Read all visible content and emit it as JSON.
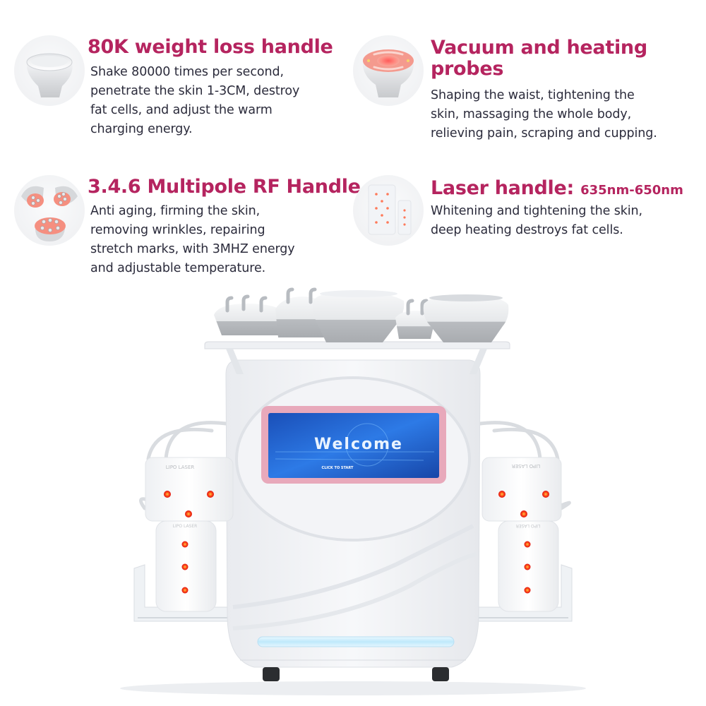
{
  "features": [
    {
      "title": "80K weight loss handle",
      "icon": "ultrasonic-cavitation-head-icon",
      "lines": [
        "Shake 80000 times per second,",
        "penetrate the skin 1-3CM, destroy",
        "fat cells, and adjust the warm",
        "charging energy."
      ]
    },
    {
      "title": "Vacuum and heating probes",
      "icon": "vacuum-probe-icon",
      "lines": [
        "Shaping the waist, tightening the",
        "skin, massaging the whole body,",
        "relieving pain, scraping and cupping."
      ]
    },
    {
      "title": "3.4.6 Multipole RF Handle",
      "icon": "multipole-rf-heads-icon",
      "lines": [
        "Anti aging, firming the skin,",
        "removing wrinkles, repairing",
        "stretch marks, with 3MHZ energy",
        "and adjustable temperature."
      ]
    },
    {
      "title": "Laser handle:",
      "title_suffix": "635nm-650nm",
      "icon": "lipo-laser-pads-icon",
      "lines": [
        "Whitening and tightening the skin,",
        "deep heating destroys fat cells."
      ]
    }
  ],
  "machine": {
    "screen_title": "Welcome",
    "screen_subtitle": "CLICK TO START",
    "pad_label": "LIPO LASER",
    "colors": {
      "accent": "#b5245f",
      "screen_frame": "#e6a6b8",
      "screen_blue": "#1a5fd0",
      "laser_dot": "#ff3a1a",
      "light_bar": "#cfeefc"
    }
  }
}
